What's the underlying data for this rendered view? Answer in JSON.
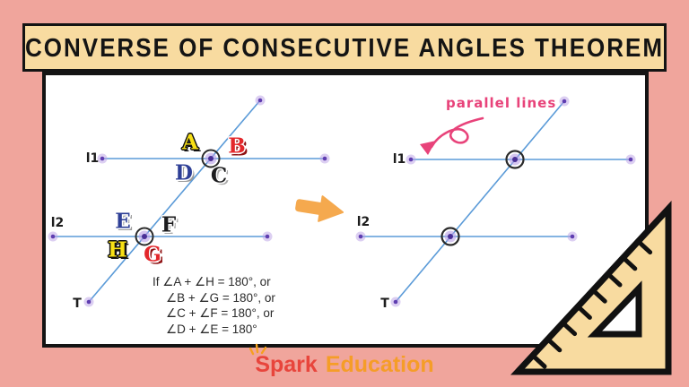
{
  "title": "CONVERSE OF CONSECUTIVE ANGLES THEOREM",
  "left_diagram": {
    "line1_label": "l1",
    "line2_label": "l2",
    "transversal_label": "T",
    "angles": {
      "A": "A",
      "B": "B",
      "C": "C",
      "D": "D",
      "E": "E",
      "F": "F",
      "G": "G",
      "H": "H"
    }
  },
  "condition": {
    "lines": [
      "If ∠A + ∠H = 180°, or",
      "∠B + ∠G = 180°, or",
      "∠C + ∠F = 180°, or",
      "∠D + ∠E = 180°"
    ]
  },
  "right_diagram": {
    "line1_label": "l1",
    "line2_label": "l2",
    "transversal_label": "T",
    "annotation": "parallel lines"
  },
  "footer": {
    "brand_part1": "Spark",
    "brand_part2": "Education"
  },
  "colors": {
    "background": "#f0a59c",
    "banner": "#f8dba0",
    "line_blue": "#5b9bd8",
    "dot_purple": "#5f3db0",
    "letter_yellow": "#f7e015",
    "letter_red": "#e3272b",
    "letter_navy": "#2e3f96",
    "letter_black": "#1c1c1e",
    "annotation_pink": "#e8437a",
    "arrow_orange": "#f5a94e",
    "spark_red": "#e8453c",
    "education_orange": "#f59d28",
    "ruler_cream": "#f8dba0"
  }
}
